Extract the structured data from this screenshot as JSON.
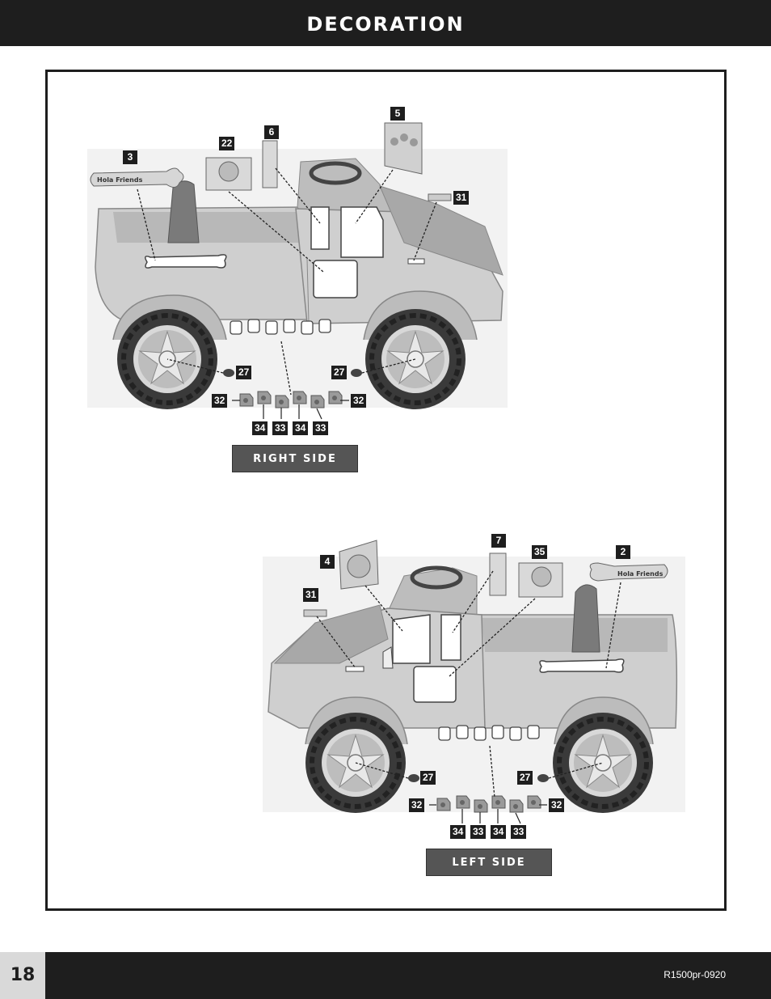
{
  "header": {
    "title": "DECORATION"
  },
  "footer": {
    "page_number": "18",
    "doc_code": "R1500pr-0920"
  },
  "right_side": {
    "label": "RIGHT SIDE",
    "callouts": {
      "c3": "3",
      "c22": "22",
      "c6": "6",
      "c5": "5",
      "c31": "31",
      "c27a": "27",
      "c27b": "27",
      "c32a": "32",
      "c32b": "32",
      "c34a": "34",
      "c33a": "33",
      "c34b": "34",
      "c33b": "33"
    }
  },
  "left_side": {
    "label": "LEFT SIDE",
    "callouts": {
      "c4": "4",
      "c7": "7",
      "c35": "35",
      "c2": "2",
      "c31": "31",
      "c27a": "27",
      "c27b": "27",
      "c32a": "32",
      "c32b": "32",
      "c34a": "34",
      "c33a": "33",
      "c34b": "34",
      "c33b": "33"
    }
  },
  "colors": {
    "header_bg": "#1e1e1e",
    "label_bg": "#555555",
    "truck_body": "#cfcfcf",
    "tire": "#3c3c3c"
  }
}
